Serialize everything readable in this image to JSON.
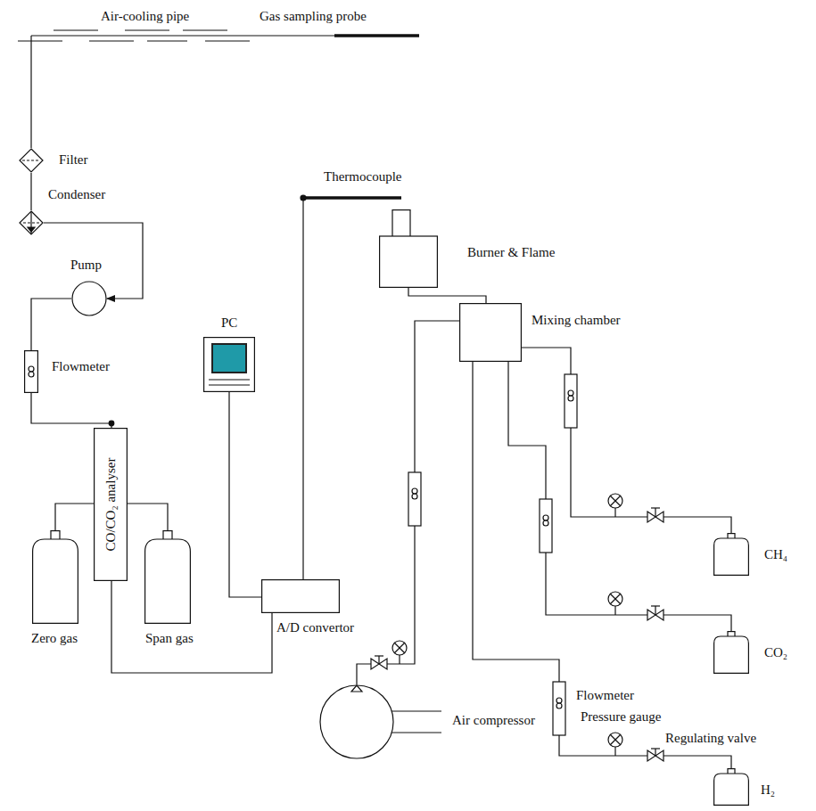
{
  "diagram": {
    "nodes": [
      {
        "text": [
          "Filter"
        ]
      },
      {
        "text": [
          "Condenser"
        ]
      },
      {
        "text": [
          "Pump"
        ]
      },
      {
        "text": [
          "Flowmeter"
        ]
      },
      {
        "text": [
          "CO/CO₂ analyser"
        ]
      },
      {
        "text": [
          "Zero gas"
        ]
      },
      {
        "text": [
          "Span gas"
        ]
      },
      {
        "text": [
          "PC"
        ]
      },
      {
        "text": [
          "A/D convertor"
        ]
      },
      {
        "text": [
          "Burner & Flame"
        ]
      },
      {
        "text": [
          "Mixing chamber"
        ]
      },
      {
        "text": [
          "CH₄"
        ]
      },
      {
        "text": [
          "CO₂"
        ]
      },
      {
        "text": [
          "H₂"
        ]
      },
      {
        "text": [
          "Air compressor"
        ]
      }
    ],
    "edges": [
      {
        "from": 0,
        "to": 1,
        "arrow": "none"
      },
      {
        "from": 1,
        "to": 2,
        "arrow": "to"
      },
      {
        "from": 2,
        "to": 3,
        "arrow": "none"
      },
      {
        "from": 3,
        "to": 4,
        "arrow": "none"
      },
      {
        "from": 4,
        "to": 5,
        "arrow": "none"
      },
      {
        "from": 4,
        "to": 6,
        "arrow": "none"
      },
      {
        "from": 4,
        "to": 8,
        "arrow": "none"
      },
      {
        "from": 7,
        "to": 8,
        "arrow": "none"
      },
      {
        "from": 10,
        "to": 9,
        "arrow": "none"
      },
      {
        "from": 11,
        "to": 10,
        "arrow": "none"
      },
      {
        "from": 12,
        "to": 10,
        "arrow": "none"
      },
      {
        "from": 13,
        "to": 10,
        "arrow": "none"
      },
      {
        "from": 14,
        "to": 10,
        "arrow": "none"
      }
    ],
    "labels": [
      "Air-cooling pipe",
      "Gas sampling probe",
      "Thermocouple",
      "Flowmeter",
      "Pressure gauge",
      "Regulating valve"
    ]
  }
}
